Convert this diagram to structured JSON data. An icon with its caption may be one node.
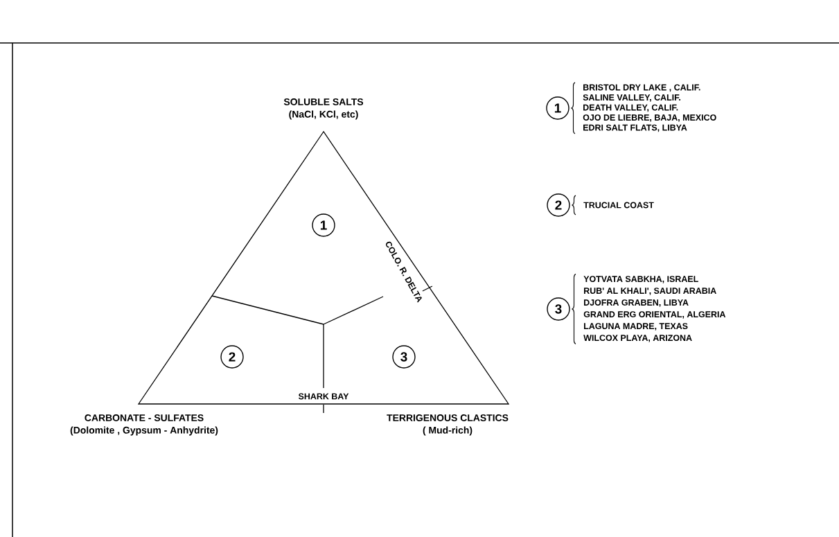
{
  "diagram": {
    "nodes": [
      {
        "text": [
          "1"
        ]
      },
      {
        "text": [
          "2"
        ]
      },
      {
        "text": [
          "3"
        ]
      },
      {
        "text": [
          "1"
        ],
        "beside": [
          "BRISTOL DRY LAKE ,  CALIF.",
          "SALINE VALLEY,  CALIF.",
          "DEATH VALLEY,  CALIF.",
          "OJO DE LIEBRE,  BAJA, MEXICO",
          "EDRI SALT FLATS,  LIBYA"
        ]
      },
      {
        "text": [
          "2"
        ],
        "beside": [
          "TRUCIAL COAST"
        ]
      },
      {
        "text": [
          "3"
        ],
        "beside": [
          "YOTVATA SABKHA, ISRAEL",
          "RUB' AL KHALI', SAUDI ARABIA",
          "DJOFRA GRABEN, LIBYA",
          "GRAND ERG ORIENTAL, ALGERIA",
          "LAGUNA MADRE, TEXAS",
          "WILCOX PLAYA, ARIZONA"
        ]
      }
    ],
    "labels": [
      "SOLUBLE  SALTS",
      "(NaCl, KCl, etc)",
      "COLO. R. DELTA",
      "SHARK BAY",
      "CARBONATE - SULFATES",
      "TERRIGENOUS CLASTICS",
      "(Dolomite , Gypsum - Anhydrite)",
      "( Mud-rich)"
    ]
  }
}
